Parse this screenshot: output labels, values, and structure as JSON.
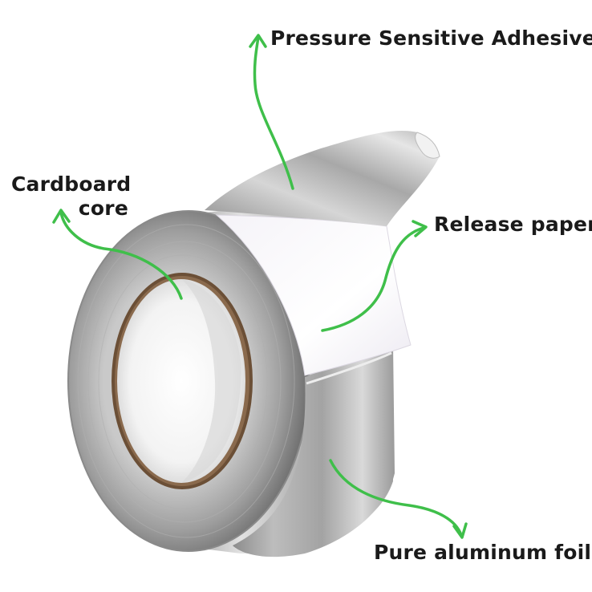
{
  "labels": {
    "adhesive": "Pressure Sensitive Adhesive",
    "release": "Release paper",
    "core_line1": "Cardboard",
    "core_line2": "core",
    "foil": "Pure aluminum foil"
  },
  "colors": {
    "arrow": "#3fbf4a",
    "label_text": "#1a1a1a",
    "background": "#ffffff"
  }
}
